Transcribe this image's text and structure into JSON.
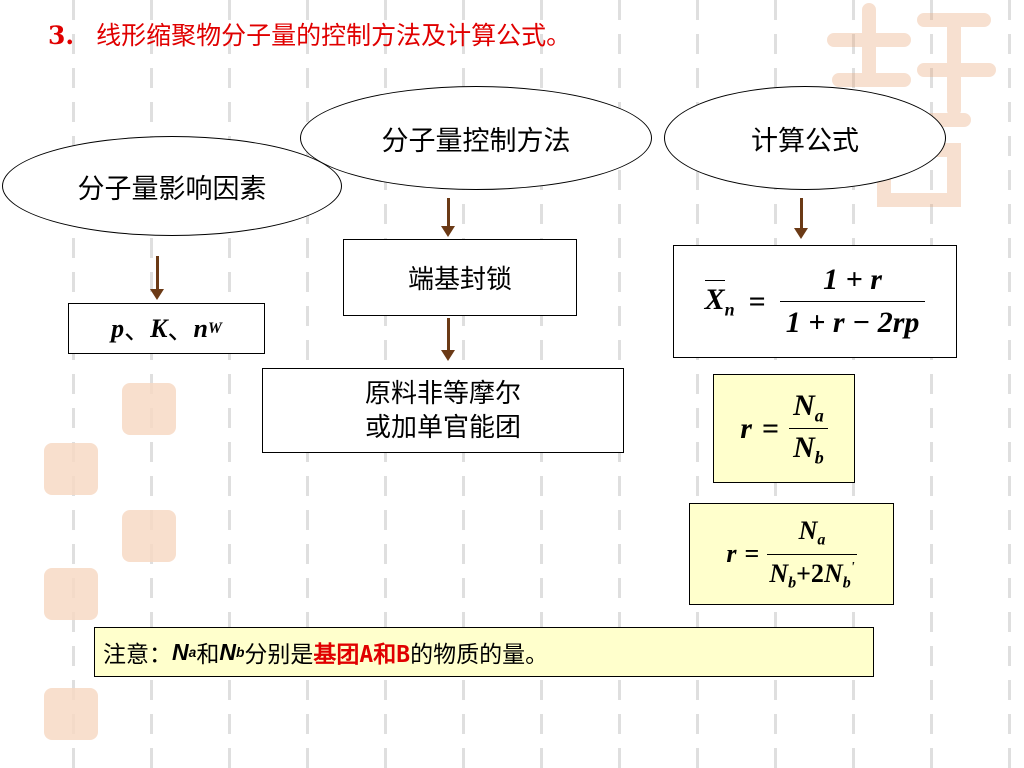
{
  "title": {
    "number": "3.",
    "text": "线形缩聚物分子量的控制方法及计算公式。"
  },
  "ellipses": {
    "factors": "分子量影响因素",
    "control": "分子量控制方法",
    "formula": "计算公式"
  },
  "factors_box": {
    "p": "p",
    "sep1": "、",
    "K": "K",
    "sep2": "、",
    "n": "n",
    "n_sub": "W"
  },
  "control_boxes": {
    "end_cap": "端基封锁",
    "line1": "原料非等摩尔",
    "line2": "或加单官能团"
  },
  "formulas": {
    "xn": {
      "lhs": "X",
      "lhs_sub": "n",
      "eq": "=",
      "num": "1 + r",
      "den": "1 + r − 2rp"
    },
    "r1": {
      "lhs": "r",
      "eq": "=",
      "num": "N",
      "num_sub": "a",
      "den": "N",
      "den_sub": "b"
    },
    "r2": {
      "lhs": "r",
      "eq": "=",
      "num": "N",
      "num_sub": "a",
      "den_a": "N",
      "den_a_sub": "b",
      "plus": "+2",
      "den_b": "N",
      "den_b_sub": "b",
      "prime": "'"
    }
  },
  "note": {
    "prefix": "注意：",
    "na": "N",
    "na_sub": "a",
    "and1": "和",
    "nb": "N",
    "nb_sub": "b",
    "mid": "分别是",
    "highlight": "基团A和B",
    "suffix": "的物质的量。"
  },
  "colors": {
    "title": "#e00000",
    "arrow": "#6b3a16",
    "note_bg": "#ffffcc",
    "formula_bg": "#ffffcc"
  }
}
